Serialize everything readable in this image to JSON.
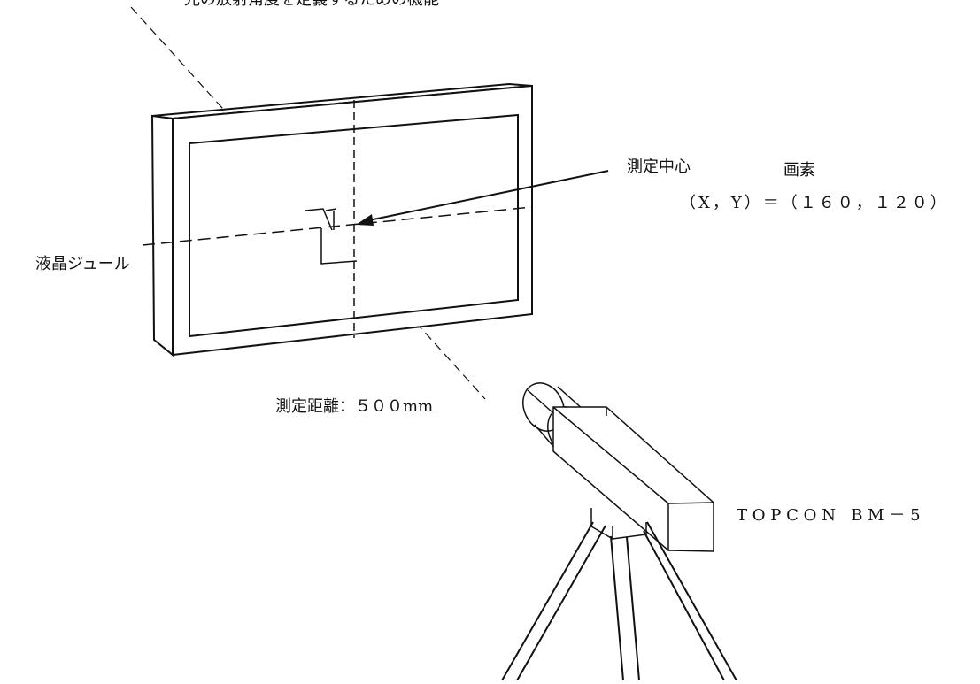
{
  "diagram": {
    "top_caption": "光の放射角度を定義するための機能",
    "lcd_module_label": "液晶ジュール",
    "measurement_center_label": "測定中心",
    "pixel_label": "画素",
    "pixel_coordinate": "（X，Y）＝（１６０，１２０）",
    "measurement_distance_label": "測定距離：５００mm",
    "instrument_label": "TOPCON BM－5"
  },
  "colors": {
    "line": "#111111",
    "background": "#ffffff"
  }
}
